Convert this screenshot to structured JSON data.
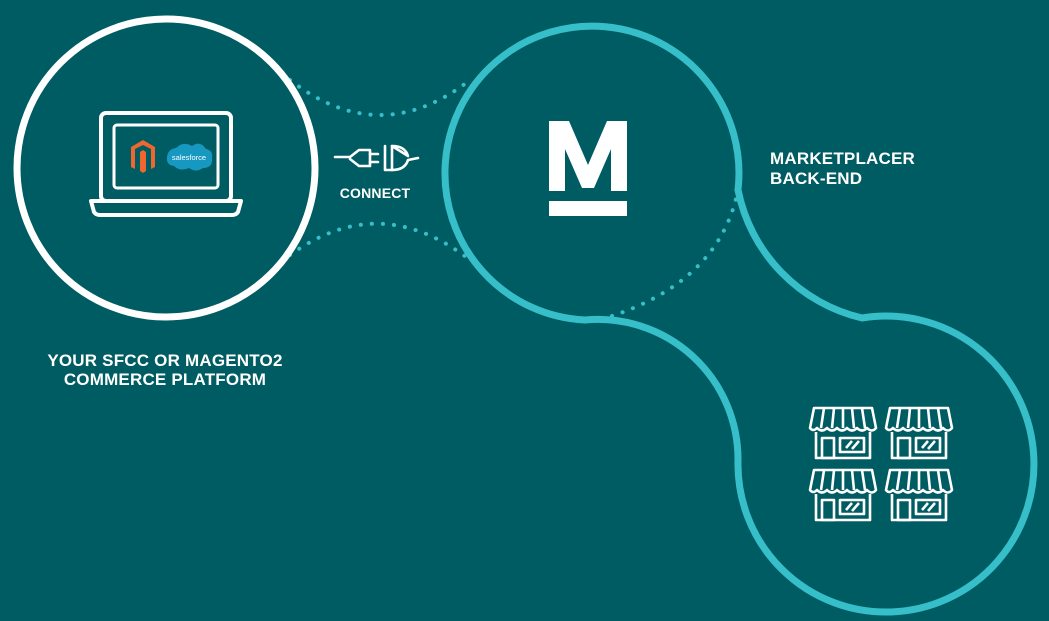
{
  "labels": {
    "platform_line1": "YOUR SFCC OR MAGENTO2",
    "platform_line2": "COMMERCE PLATFORM",
    "backend_line1": "MARKETPLACER",
    "backend_line2": "BACK-END",
    "connect": "CONNECT"
  },
  "logos": {
    "marketplacer_letter": "M",
    "salesforce_text": "salesforce"
  },
  "icons": {
    "laptop": "laptop-icon",
    "magento": "magento-logo-icon",
    "salesforce": "salesforce-cloud-icon",
    "plug": "plug-connector-icon",
    "storefront": "storefront-icon"
  },
  "colors": {
    "background": "#005c63",
    "white": "#ffffff",
    "teal_accent": "#36bfc9",
    "magento_orange": "#ee672f",
    "salesforce_blue": "#1798c1"
  }
}
